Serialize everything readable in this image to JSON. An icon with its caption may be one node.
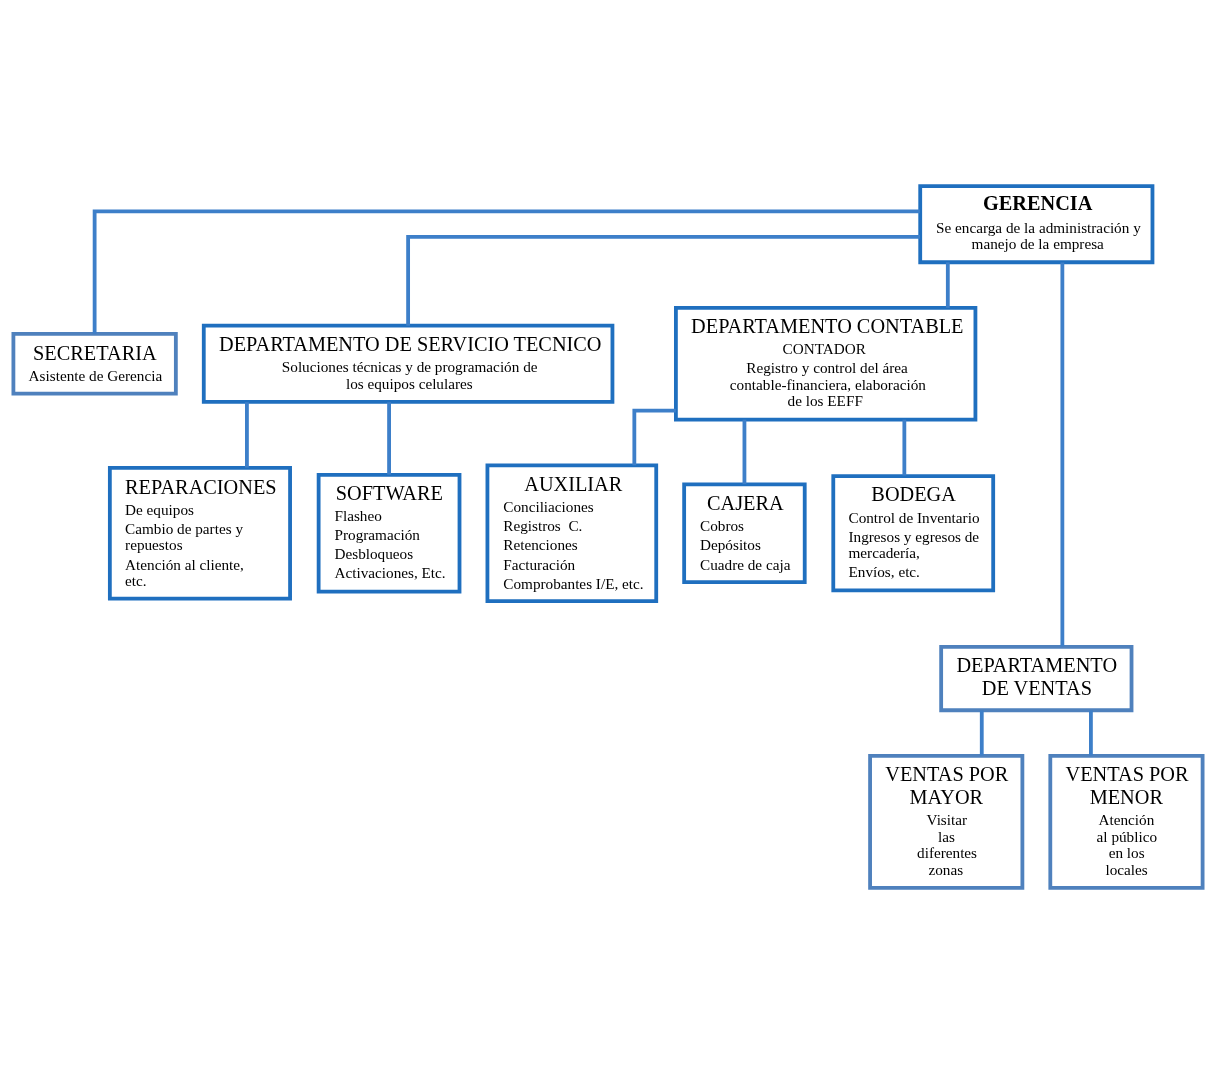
{
  "diagram": {
    "nodes": [
      {
        "text": [
          "GERENCIA",
          "Se encarga de la administración y manejo de la empresa"
        ]
      },
      {
        "text": [
          "SECRETARIA",
          "Asistente de Gerencia"
        ]
      },
      {
        "text": [
          "DEPARTAMENTO DE SERVICIO TECNICO",
          "Soluciones técnicas y de programación de los equipos celulares"
        ]
      },
      {
        "text": [
          "DEPARTAMENTO CONTABLE",
          "CONTADOR",
          "Registro y control del área contable-financiera, elaboración de los EEFF"
        ]
      },
      {
        "text": [
          "REPARACIONES",
          "De equipos",
          "Cambio de partes y repuestos",
          "Atención al cliente, etc."
        ]
      },
      {
        "text": [
          "SOFTWARE",
          "Flasheo",
          "Programación",
          "Desbloqueos",
          "Activaciones, Etc."
        ]
      },
      {
        "text": [
          "AUXILIAR",
          "Conciliaciones",
          "Registros  C.",
          "Retenciones",
          "Facturación",
          "Comprobantes I/E, etc."
        ]
      },
      {
        "text": [
          "CAJERA",
          "Cobros",
          "Depósitos",
          "Cuadre de caja"
        ]
      },
      {
        "text": [
          "BODEGA",
          "Control de Inventario",
          "Ingresos y egresos de mercadería,",
          "Envíos, etc."
        ]
      },
      {
        "text": [
          "DEPARTAMENTO DE VENTAS"
        ]
      },
      {
        "text": [
          "VENTAS POR MAYOR",
          "Visitar las diferentes zonas"
        ]
      },
      {
        "text": [
          "VENTAS POR MENOR",
          "Atención al público en los locales"
        ]
      }
    ],
    "edges": [
      {
        "from": 0,
        "to": 1,
        "arrow": "none"
      },
      {
        "from": 0,
        "to": 2,
        "arrow": "none"
      },
      {
        "from": 0,
        "to": 3,
        "arrow": "none"
      },
      {
        "from": 2,
        "to": 4,
        "arrow": "none"
      },
      {
        "from": 2,
        "to": 5,
        "arrow": "none"
      },
      {
        "from": 3,
        "to": 6,
        "arrow": "none"
      },
      {
        "from": 3,
        "to": 7,
        "arrow": "none"
      },
      {
        "from": 3,
        "to": 8,
        "arrow": "none"
      },
      {
        "from": 0,
        "to": 9,
        "arrow": "none"
      },
      {
        "from": 9,
        "to": 10,
        "arrow": "none"
      },
      {
        "from": 9,
        "to": 11,
        "arrow": "none"
      }
    ]
  }
}
